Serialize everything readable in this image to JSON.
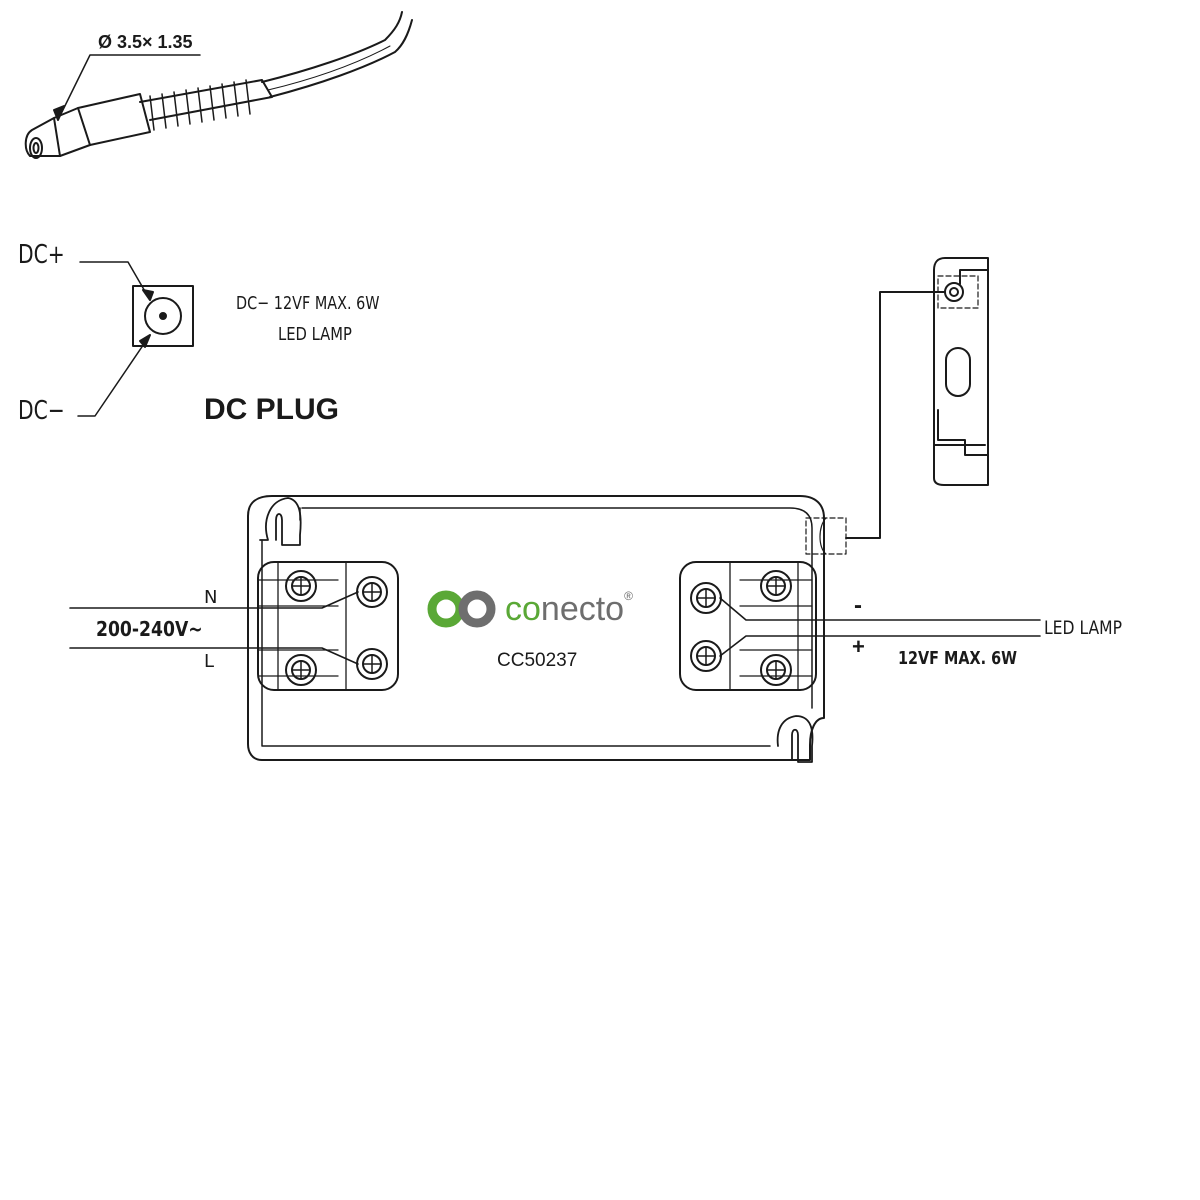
{
  "plug": {
    "diameter_label": "Ø 3.5× 1.35"
  },
  "dc_plug": {
    "plus_label": "DC+",
    "minus_label": "DC−",
    "spec_line": "DC−  12VF MAX.    6W",
    "lamp_line": "LED LAMP",
    "heading": "DC   PLUG"
  },
  "driver": {
    "brand_co": "co",
    "brand_necto": "necto",
    "brand_mark": "®",
    "model": "CC50237",
    "input": {
      "n_label": "N",
      "l_label": "L",
      "voltage": "200-240V~"
    },
    "output": {
      "minus": "-",
      "plus": "+",
      "lamp": "LED  LAMP",
      "spec": "12VF MAX.   6W"
    }
  },
  "colors": {
    "line": "#1a1a1a",
    "brand_green": "#5aa836",
    "brand_gray": "#6e6e6e"
  },
  "icons": [
    "dc-jack-icon",
    "conecto-logo-icon",
    "screw-icon"
  ]
}
